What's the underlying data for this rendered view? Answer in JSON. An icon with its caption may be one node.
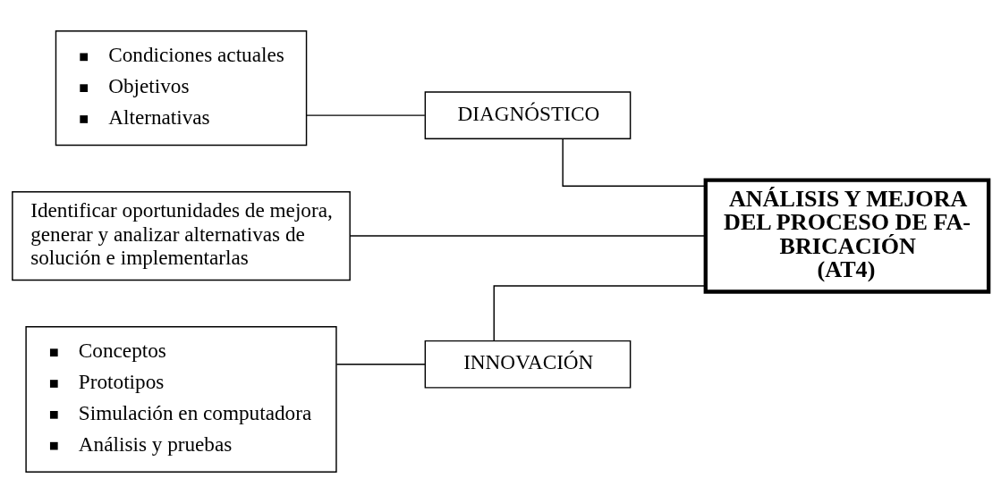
{
  "diagram": {
    "nodes": [
      {
        "text": [
          "Condiciones actuales",
          "Objetivos",
          "Alternativas"
        ]
      },
      {
        "text": [
          "DIAGNÓSTICO"
        ]
      },
      {
        "text": [
          "Identificar oportunidades de mejora, generar y analizar alternativas de solución e implementarlas"
        ]
      },
      {
        "text": [
          "ANÁLISIS Y MEJORA DEL PROCESO DE FA- BRICACIÓN",
          "(AT4)"
        ]
      },
      {
        "text": [
          "Conceptos",
          "Prototipos",
          "Simulación en computadora",
          "Análisis y pruebas"
        ]
      },
      {
        "text": [
          "INNOVACIÓN"
        ]
      }
    ],
    "edges": [
      {
        "from": 0,
        "to": 1,
        "arrow": "none"
      },
      {
        "from": 1,
        "to": 3,
        "arrow": "none"
      },
      {
        "from": 2,
        "to": 3,
        "arrow": "none"
      },
      {
        "from": 4,
        "to": 5,
        "arrow": "none"
      },
      {
        "from": 5,
        "to": 3,
        "arrow": "none"
      }
    ]
  }
}
